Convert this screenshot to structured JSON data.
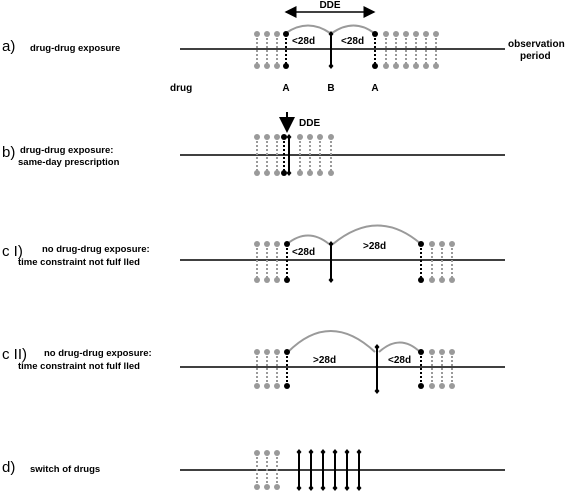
{
  "panels": {
    "a": {
      "letter": "a)",
      "desc": "drug-drug exposure",
      "dde_label": "DDE",
      "gap_label_1": "<28d",
      "gap_label_2": "<28d",
      "observation_label_1": "observation",
      "observation_label_2": "period",
      "drug_label": "drug",
      "drug_A1": "A",
      "drug_B": "B",
      "drug_A2": "A"
    },
    "b": {
      "letter": "b)",
      "desc_1": "drug-drug exposure:",
      "desc_2": "same-day prescription",
      "dde_label": "DDE"
    },
    "c1": {
      "letter": "c I)",
      "desc_1": "no drug-drug exposure:",
      "desc_2": "time constraint not fulf lled",
      "gap_label_1": "<28d",
      "gap_label_2": ">28d"
    },
    "c2": {
      "letter": "c II)",
      "desc_1": "no drug-drug exposure:",
      "desc_2": "time constraint not fulf lled",
      "gap_label_1": ">28d",
      "gap_label_2": "<28d"
    },
    "d": {
      "letter": "d)",
      "desc": "switch of drugs"
    }
  },
  "colors": {
    "line": "#000000",
    "gray_marker": "#9a9a9a",
    "arc": "#9a9a9a"
  }
}
